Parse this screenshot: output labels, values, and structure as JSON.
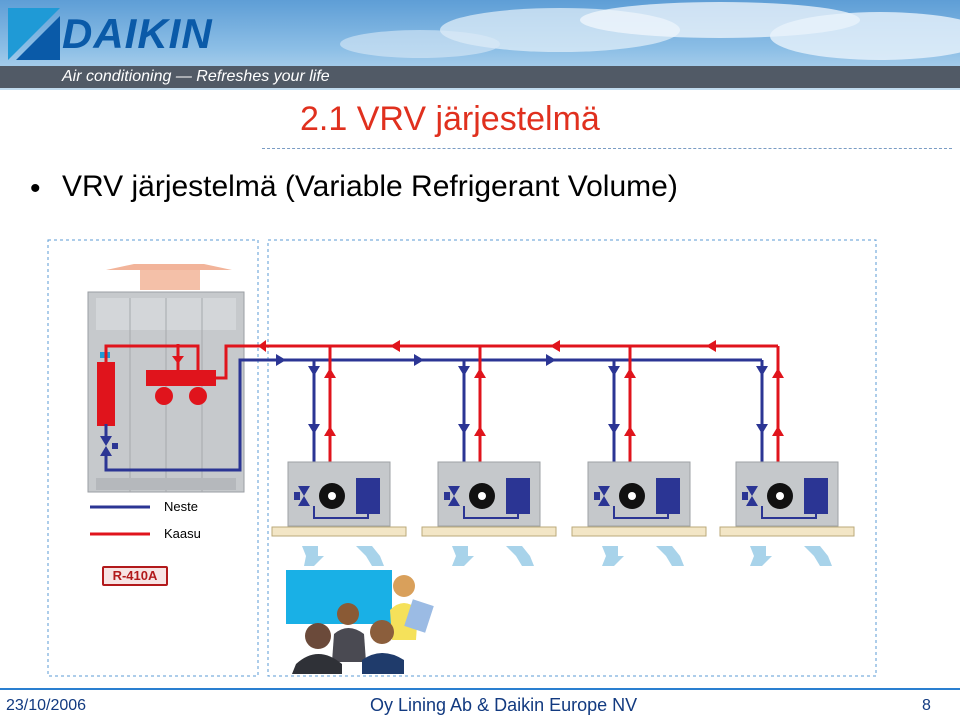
{
  "header": {
    "brand": "DAIKIN",
    "tagline": "Air conditioning — Refreshes your life"
  },
  "slide": {
    "title": "2.1 VRV järjestelmä",
    "bullet": "VRV järjestelmä (Variable Refrigerant Volume)"
  },
  "legend": {
    "liquid": "Neste",
    "gas": "Kaasu"
  },
  "refrigerant": "R-410A",
  "footer": {
    "date": "23/10/2006",
    "company": "Oy Lining Ab & Daikin Europe NV",
    "page": "8"
  },
  "colors": {
    "liquid_line": "#2b3594",
    "gas_line": "#e0141c",
    "title": "#e0301e",
    "footer_text": "#123a80"
  },
  "icons": [
    "daikin-logo-icon",
    "valve-icon",
    "fan-icon",
    "coil-icon",
    "airflow-arrow-icon"
  ]
}
